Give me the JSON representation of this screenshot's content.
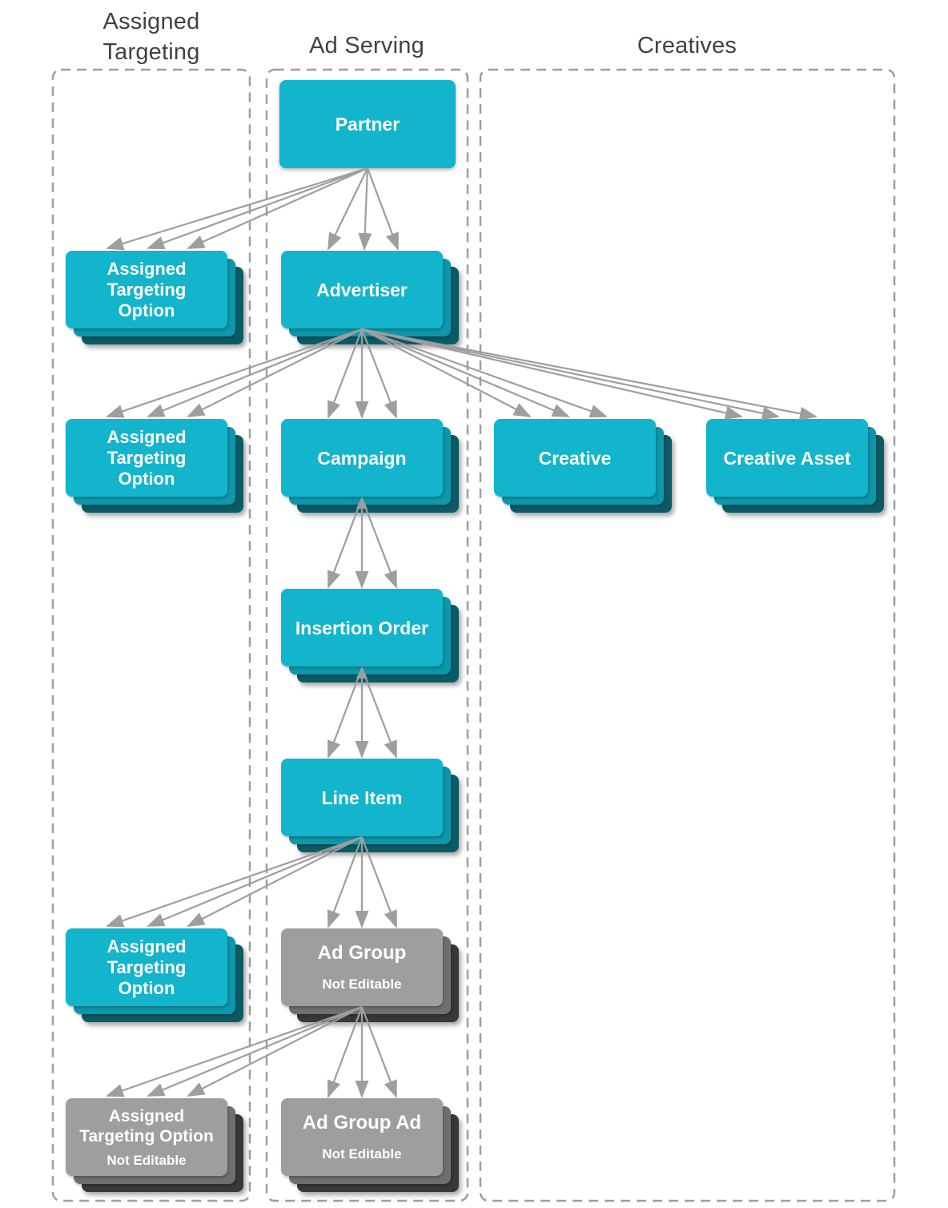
{
  "diagram": {
    "columns": [
      {
        "id": "assigned-targeting",
        "title": "Assigned Targeting"
      },
      {
        "id": "ad-serving",
        "title": "Ad Serving"
      },
      {
        "id": "creatives",
        "title": "Creatives"
      }
    ],
    "nodes": {
      "partner": {
        "label": "Partner"
      },
      "advertiser": {
        "label": "Advertiser"
      },
      "campaign": {
        "label": "Campaign"
      },
      "insertion_order": {
        "label": "Insertion Order"
      },
      "line_item": {
        "label": "Line Item"
      },
      "ad_group": {
        "label": "Ad Group",
        "sublabel": "Not Editable"
      },
      "ad_group_ad": {
        "label": "Ad Group Ad",
        "sublabel": "Not Editable"
      },
      "creative": {
        "label": "Creative"
      },
      "creative_asset": {
        "label": "Creative Asset"
      },
      "ato_partner": {
        "lines": [
          "Assigned",
          "Targeting",
          "Option"
        ]
      },
      "ato_advertiser": {
        "lines": [
          "Assigned",
          "Targeting",
          "Option"
        ]
      },
      "ato_line_item": {
        "lines": [
          "Assigned",
          "Targeting",
          "Option"
        ]
      },
      "ato_ad_group": {
        "lines": [
          "Assigned",
          "Targeting Option"
        ],
        "sublabel": "Not Editable"
      }
    },
    "edges": [
      {
        "from": "Partner",
        "to": "Assigned Targeting Option"
      },
      {
        "from": "Partner",
        "to": "Advertiser"
      },
      {
        "from": "Advertiser",
        "to": "Assigned Targeting Option"
      },
      {
        "from": "Advertiser",
        "to": "Campaign"
      },
      {
        "from": "Advertiser",
        "to": "Creative"
      },
      {
        "from": "Advertiser",
        "to": "Creative Asset"
      },
      {
        "from": "Campaign",
        "to": "Insertion Order"
      },
      {
        "from": "Insertion Order",
        "to": "Line Item"
      },
      {
        "from": "Line Item",
        "to": "Assigned Targeting Option"
      },
      {
        "from": "Line Item",
        "to": "Ad Group"
      },
      {
        "from": "Ad Group",
        "to": "Assigned Targeting Option (Not Editable)"
      },
      {
        "from": "Ad Group",
        "to": "Ad Group Ad"
      }
    ],
    "colors": {
      "node_teal": "#12B5CB",
      "node_teal_shadow1": "#0D97AB",
      "node_teal_shadow2": "#0A5B66",
      "node_gray": "#9E9E9E",
      "node_gray_shadow1": "#6F6F6F",
      "node_gray_shadow2": "#38383A",
      "arrow": "#9E9E9E",
      "column_border": "#9E9E9E",
      "heading_text": "#3F4345",
      "node_text": "#FFFFFF"
    }
  }
}
